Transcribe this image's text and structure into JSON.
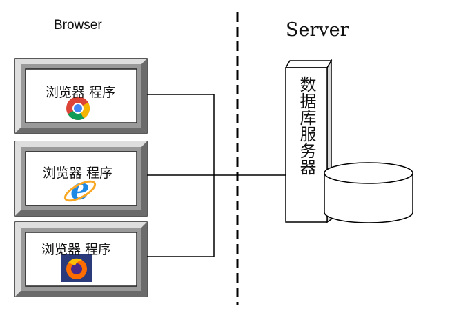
{
  "headings": {
    "browser": "Browser",
    "server": "Server"
  },
  "clients": [
    {
      "label": "浏览器 程序",
      "icon": "chrome-icon"
    },
    {
      "label": "浏览器 程序",
      "icon": "ie-icon"
    },
    {
      "label": "浏览器 程序",
      "icon": "firefox-icon"
    }
  ],
  "server": {
    "column_text": "数据库服务器",
    "database_icon": "database-cylinder-icon"
  },
  "colors": {
    "frame_dark": "#6b6b6b",
    "frame_mid": "#9a9a9a",
    "frame_light": "#dedede",
    "line": "#000000"
  }
}
